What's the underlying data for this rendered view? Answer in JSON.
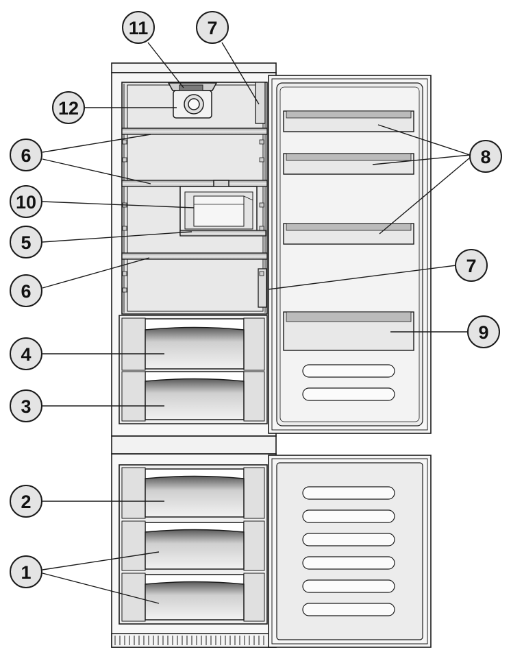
{
  "callouts": [
    {
      "id": "c11",
      "label": "11"
    },
    {
      "id": "c7a",
      "label": "7"
    },
    {
      "id": "c12",
      "label": "12"
    },
    {
      "id": "c6a",
      "label": "6"
    },
    {
      "id": "c8",
      "label": "8"
    },
    {
      "id": "c10",
      "label": "10"
    },
    {
      "id": "c5",
      "label": "5"
    },
    {
      "id": "c7b",
      "label": "7"
    },
    {
      "id": "c6b",
      "label": "6"
    },
    {
      "id": "c9",
      "label": "9"
    },
    {
      "id": "c4",
      "label": "4"
    },
    {
      "id": "c3",
      "label": "3"
    },
    {
      "id": "c2",
      "label": "2"
    },
    {
      "id": "c1",
      "label": "1"
    }
  ],
  "colors": {
    "line": "#1a1a1a",
    "fill": "#f4f4f4",
    "shade": "#d9d9d9",
    "dark": "#9a9a9a",
    "circle_fill": "#e4e4e4"
  }
}
